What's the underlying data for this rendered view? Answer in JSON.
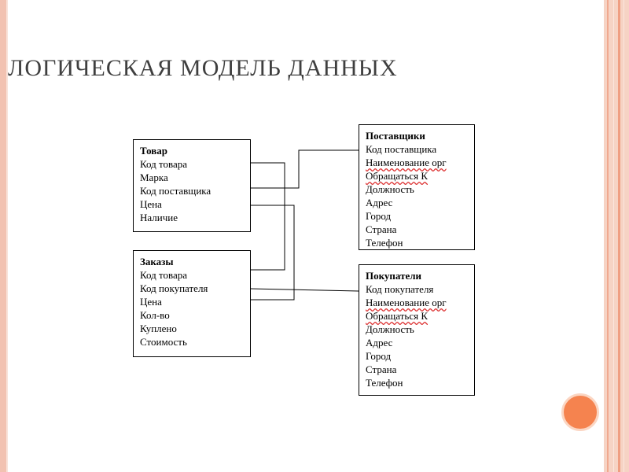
{
  "slide": {
    "title": "Логическая модель данных"
  },
  "diagram": {
    "entities": [
      {
        "name": "Товар",
        "fields": [
          "Код товара",
          "Марка",
          "Код поставщика",
          "Цена",
          "Наличие"
        ]
      },
      {
        "name": "Заказы",
        "fields": [
          "Код товара",
          "Код покупателя",
          "Цена",
          "Кол-во",
          "Куплено",
          "Стоимость"
        ]
      },
      {
        "name": "Поставщики",
        "fields": [
          "Код поставщика",
          "Наименование орг",
          "Обращаться К",
          "Должность",
          "Адрес",
          "Город",
          "Страна",
          "Телефон"
        ]
      },
      {
        "name": "Покупатели",
        "fields": [
          "Код покупателя",
          "Наименование орг",
          "Обращаться К",
          "Должность",
          "Адрес",
          "Город",
          "Страна",
          "Телефон"
        ]
      }
    ]
  },
  "colors": {
    "accent_circle": "#f5834f",
    "border_decor": "#f2c2b1",
    "title_text": "#3f3f3f"
  }
}
